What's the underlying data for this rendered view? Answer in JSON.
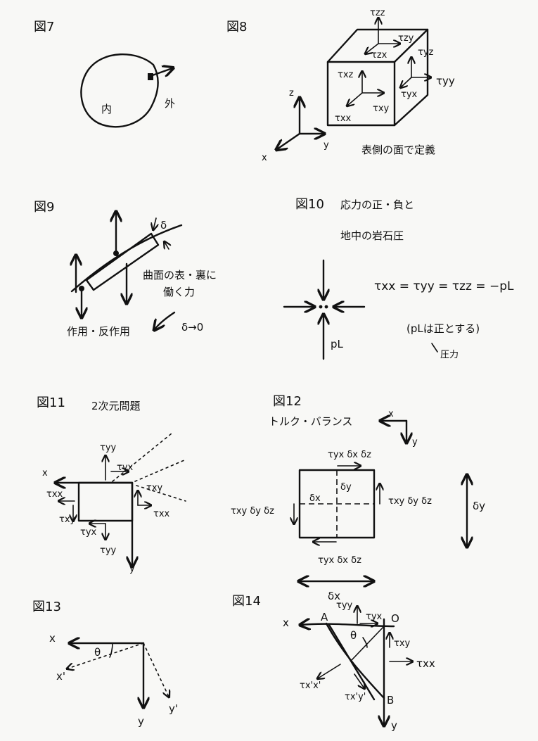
{
  "fig7": {
    "title": "図7",
    "inside": "内",
    "outside": "外"
  },
  "fig8": {
    "title": "図8",
    "tau_zz": "τzz",
    "tau_zy": "τzy",
    "tau_zx": "τzx",
    "tau_yz": "τyz",
    "tau_yy": "τyy",
    "tau_yx": "τyx",
    "tau_xz": "τxz",
    "tau_xy": "τxy",
    "tau_xx": "τxx",
    "axis_x": "x",
    "axis_y": "y",
    "axis_z": "z",
    "note": "表側の面で定義"
  },
  "fig9": {
    "title": "図9",
    "delta": "δ",
    "label_line1": "曲面の表・裏に",
    "label_line2": "働く力",
    "action": "作用・反作用",
    "limit": "δ→0"
  },
  "fig10": {
    "title": "図10",
    "title_line1": "応力の正・負と",
    "title_line2": "地中の岩石圧",
    "equation": "τxx = τyy = τzz = −pL",
    "pressure": "pL",
    "note": "(pLは正とする)",
    "subnote": "圧力"
  },
  "fig11": {
    "title": "図11",
    "subtitle": "2次元問題",
    "tau_yy_top": "τyy",
    "tau_yx_top": "τyx",
    "tau_xy_right": "τxy",
    "tau_xx_right": "τxx",
    "tau_xx_left": "τxx",
    "tau_xy_left": "τxy",
    "tau_yx_bottom": "τyx",
    "tau_yy_bottom": "τyy",
    "axis_x": "x",
    "axis_y": "y"
  },
  "fig12": {
    "title": "図12",
    "subtitle": "トルク・バランス",
    "axis_x": "x",
    "axis_y": "y",
    "top": "τyx δx δz",
    "bottom": "τyx δx δz",
    "right": "τxy δy δz",
    "left": "τxy δy δz",
    "dx": "δx",
    "dy": "δy",
    "dim_y": "δy",
    "dim_x": "δx"
  },
  "fig13": {
    "title": "図13",
    "axis_x": "x",
    "axis_xp": "x'",
    "axis_y": "y",
    "axis_yp": "y'",
    "theta": "θ"
  },
  "fig14": {
    "title": "図14",
    "axis_x": "x",
    "axis_y": "y",
    "point_a": "A",
    "point_o": "O",
    "point_b": "B",
    "theta": "θ",
    "tau_yy": "τyy",
    "tau_yx": "τyx",
    "tau_xy": "τxy",
    "tau_xx": "τxx",
    "tau_xxp": "τx'x'",
    "tau_xyp": "τx'y'"
  }
}
